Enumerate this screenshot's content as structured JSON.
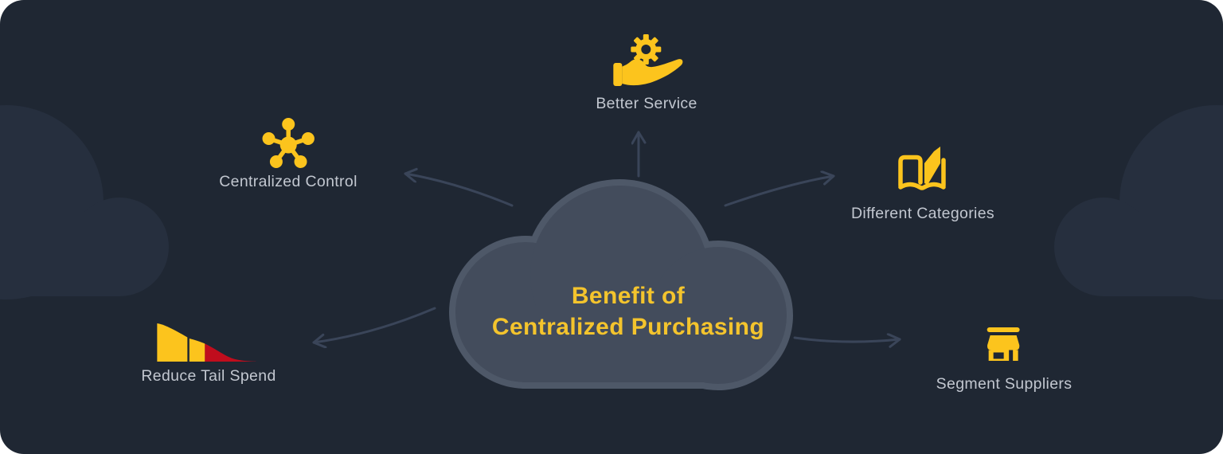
{
  "title": {
    "line1": "Benefit of",
    "line2": "Centralized Purchasing"
  },
  "benefits": [
    {
      "label": "Better Service",
      "icon": "hand-holding-gear-icon",
      "position": "top-center"
    },
    {
      "label": "Centralized Control",
      "icon": "network-hub-icon",
      "position": "upper-left"
    },
    {
      "label": "Different Categories",
      "icon": "open-book-icon",
      "position": "upper-right"
    },
    {
      "label": "Reduce Tail Spend",
      "icon": "long-tail-chart-icon",
      "position": "lower-left"
    },
    {
      "label": "Segment Suppliers",
      "icon": "storefront-icon",
      "position": "lower-right"
    }
  ],
  "colors": {
    "background": "#1f2733",
    "background_cloud": "#262f3e",
    "central_cloud_fill": "#434c5c",
    "central_cloud_rim": "#4e5868",
    "accent_yellow": "#fcc41d",
    "title_yellow": "#f4c42d",
    "tail_red": "#c00d1d",
    "label_text": "#c2c7d0",
    "arrow": "#3a4559",
    "page_margin": "#ffffff"
  }
}
